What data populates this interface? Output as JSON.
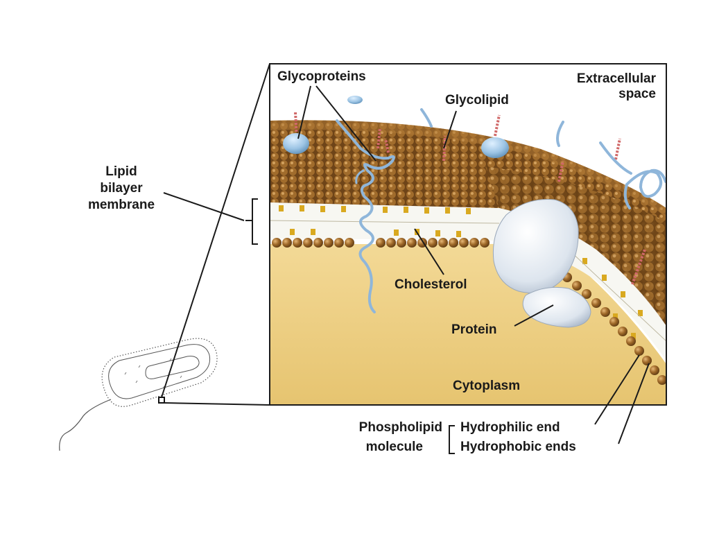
{
  "labels": {
    "glycoproteins": "Glycoproteins",
    "glycolipid": "Glycolipid",
    "extracellular_1": "Extracellular",
    "extracellular_2": "space",
    "lipid_1": "Lipid",
    "lipid_2": "bilayer",
    "lipid_3": "membrane",
    "cholesterol": "Cholesterol",
    "protein": "Protein",
    "cytoplasm": "Cytoplasm",
    "phospholipid_1": "Phospholipid",
    "phospholipid_2": "molecule",
    "hydrophilic": "Hydrophilic end",
    "hydrophobic": "Hydrophobic ends"
  },
  "colors": {
    "head_bead": "#8e5c24",
    "cytoplasm": "#f0d58e",
    "protein": "#dfe6ee",
    "glycan_chain": "#d06868",
    "cholesterol": "#d9a920",
    "leader_line": "#1a1a1a"
  }
}
